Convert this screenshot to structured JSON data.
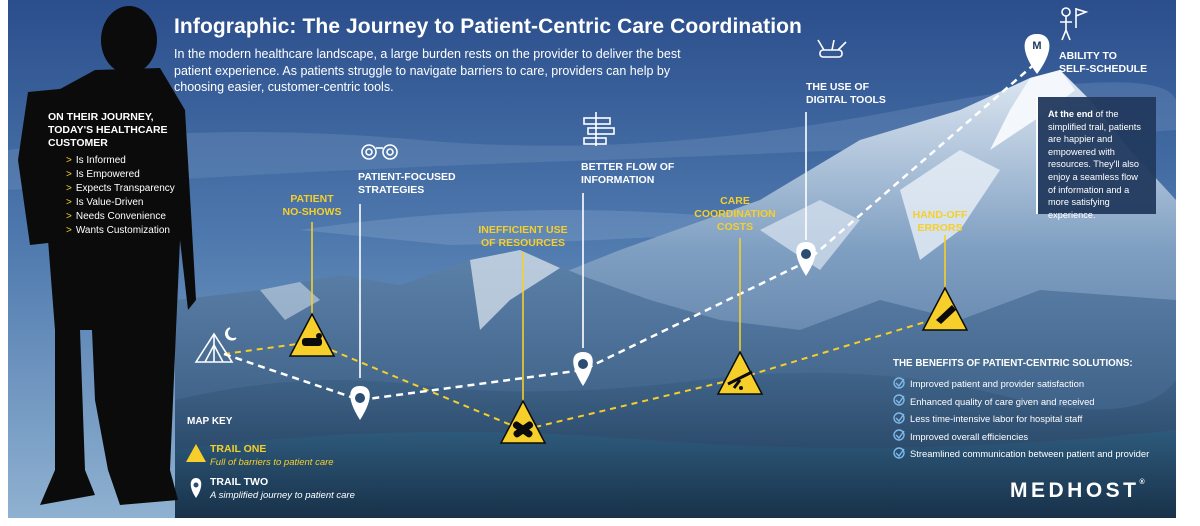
{
  "header": {
    "title": "Infographic: The Journey to Patient-Centric Care Coordination",
    "intro_lines": [
      "In the modern healthcare landscape, a large burden rests on the provider to deliver the best",
      "patient experience. As patients struggle to navigate barriers to care, providers can help by",
      "choosing easier, customer-centric tools."
    ]
  },
  "customer": {
    "title_lines": [
      "ON THEIR JOURNEY,",
      "TODAY'S HEALTHCARE",
      "CUSTOMER"
    ],
    "arrow": ">",
    "traits": [
      "Is Informed",
      "Is Empowered",
      "Expects Transparency",
      "Is Value-Driven",
      "Needs Convenience",
      "Wants Customization"
    ]
  },
  "trail_one_labels": {
    "no_shows": [
      "PATIENT",
      "NO-SHOWS"
    ],
    "inefficient": [
      "INEFFICIENT USE",
      "OF RESOURCES"
    ],
    "costs": [
      "CARE",
      "COORDINATION",
      "COSTS"
    ],
    "handoff": [
      "HAND-OFF",
      "ERRORS"
    ]
  },
  "trail_two_labels": {
    "strategies": [
      "PATIENT-FOCUSED",
      "STRATEGIES"
    ],
    "better_flow": [
      "BETTER FLOW OF",
      "INFORMATION"
    ],
    "digital_tools": [
      "THE USE OF",
      "DIGITAL TOOLS"
    ],
    "self_schedule": [
      "ABILITY TO",
      "SELF-SCHEDULE"
    ]
  },
  "end_box": {
    "lead": "At the end",
    "text": " of the simplified trail, patients are happier and empowered with resources. They'll also enjoy a seamless flow of information and a more satisfying experience."
  },
  "benefits": {
    "title": "THE BENEFITS OF PATIENT-CENTRIC SOLUTIONS:",
    "items": [
      "Improved patient and provider satisfaction",
      "Enhanced quality of care given and received",
      "Less time-intensive labor for hospital staff",
      "Improved overall efficiencies",
      "Streamlined communication between patient and provider"
    ]
  },
  "map_key": {
    "title": "MAP KEY",
    "trail_one": "TRAIL ONE",
    "trail_one_desc": "Full of barriers to patient care",
    "trail_two": "TRAIL TWO",
    "trail_two_desc": "A simplified journey to patient care"
  },
  "pin_letter": "M",
  "logo": {
    "name": "MEDHOST",
    "mark": "®"
  },
  "colors": {
    "sky_top": "#2b4e8c",
    "sky_mid": "#4a78ae",
    "mountain_dark": "#1e3a5c",
    "trail_yellow": "#f6cf2a",
    "endbox": "#223a5e",
    "silhouette": "#0b0b0b"
  }
}
